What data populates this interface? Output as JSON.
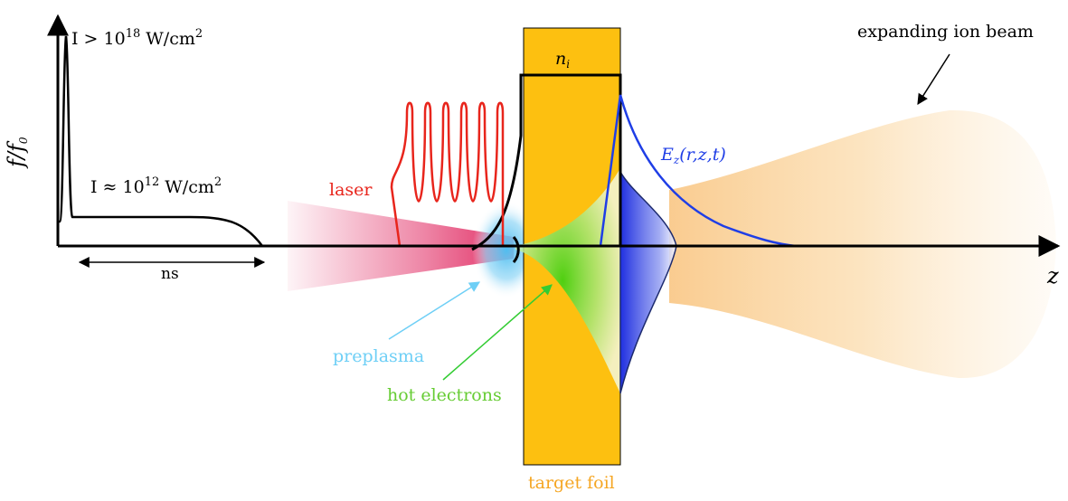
{
  "labels": {
    "yaxis": "f/f",
    "yaxis_sub": "0",
    "zaxis": "z",
    "ni": "n",
    "ni_sub": "i",
    "peak_intensity": {
      "prefix": "I > 10",
      "exp": "18",
      "unit": " W/cm",
      "unit_exp": "2"
    },
    "pedestal_intensity": {
      "prefix": "I ≈ 10",
      "exp": "12",
      "unit": " W/cm",
      "unit_exp": "2"
    },
    "ns": "ns",
    "laser": "laser",
    "preplasma": "preplasma",
    "hot_electrons": "hot electrons",
    "target_foil": "target foil",
    "expanding_ion_beam": "expanding ion beam",
    "ez": {
      "E": "E",
      "sub": "z",
      "rest": "(r,z,t)"
    }
  },
  "colors": {
    "laser": "#e8251c",
    "laser_beam": "#e0245e",
    "preplasma": "#6ecff6",
    "hot_electrons": "#66cc33",
    "target_foil": "#fdc010",
    "target_foil_label": "#f5a623",
    "ion_beam": "#fbd9a6",
    "field": "#1f3ee6",
    "axis": "#000000"
  }
}
